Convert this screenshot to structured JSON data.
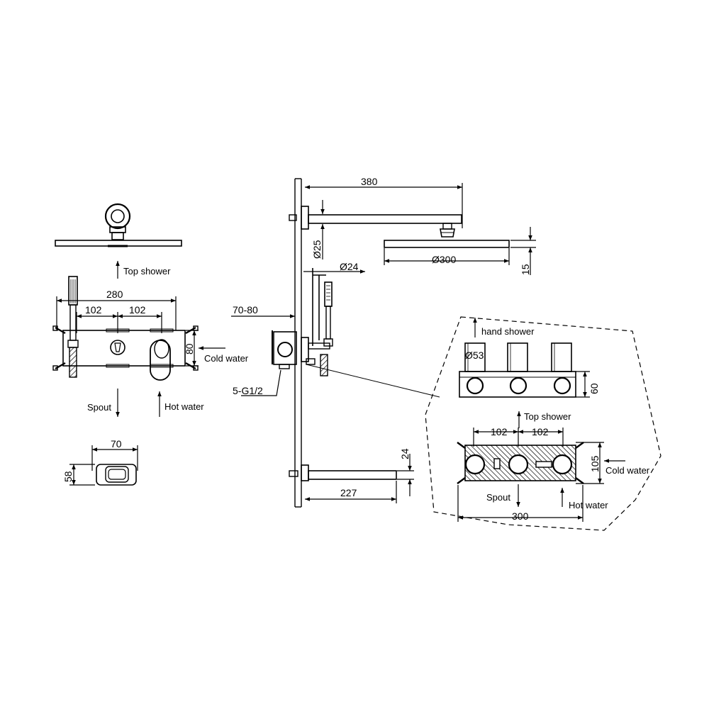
{
  "left_view": {
    "top_shower": "Top shower",
    "width": "280",
    "spacing_left": "102",
    "spacing_right": "102",
    "height": "80",
    "cold_water": "Cold water",
    "spout": "Spout",
    "hot_water": "Hot water"
  },
  "spout_detail": {
    "width": "70",
    "height": "58"
  },
  "side_view": {
    "arm_length": "380",
    "arm_diameter": "Ø25",
    "head_diameter": "Ø300",
    "head_thickness": "15",
    "hose_diameter": "Ø24",
    "wall_depth": "70-80",
    "thread": "5-G1/2",
    "spout_height": "24",
    "spout_length": "227"
  },
  "valve_detail": {
    "hand_shower": "hand shower",
    "knob_diameter": "Ø53",
    "depth": "60",
    "top_shower": "Top shower",
    "spacing_left": "102",
    "spacing_right": "102",
    "height": "105",
    "cold_water": "Cold water",
    "spout": "Spout",
    "hot_water": "Hot water",
    "width": "300"
  }
}
